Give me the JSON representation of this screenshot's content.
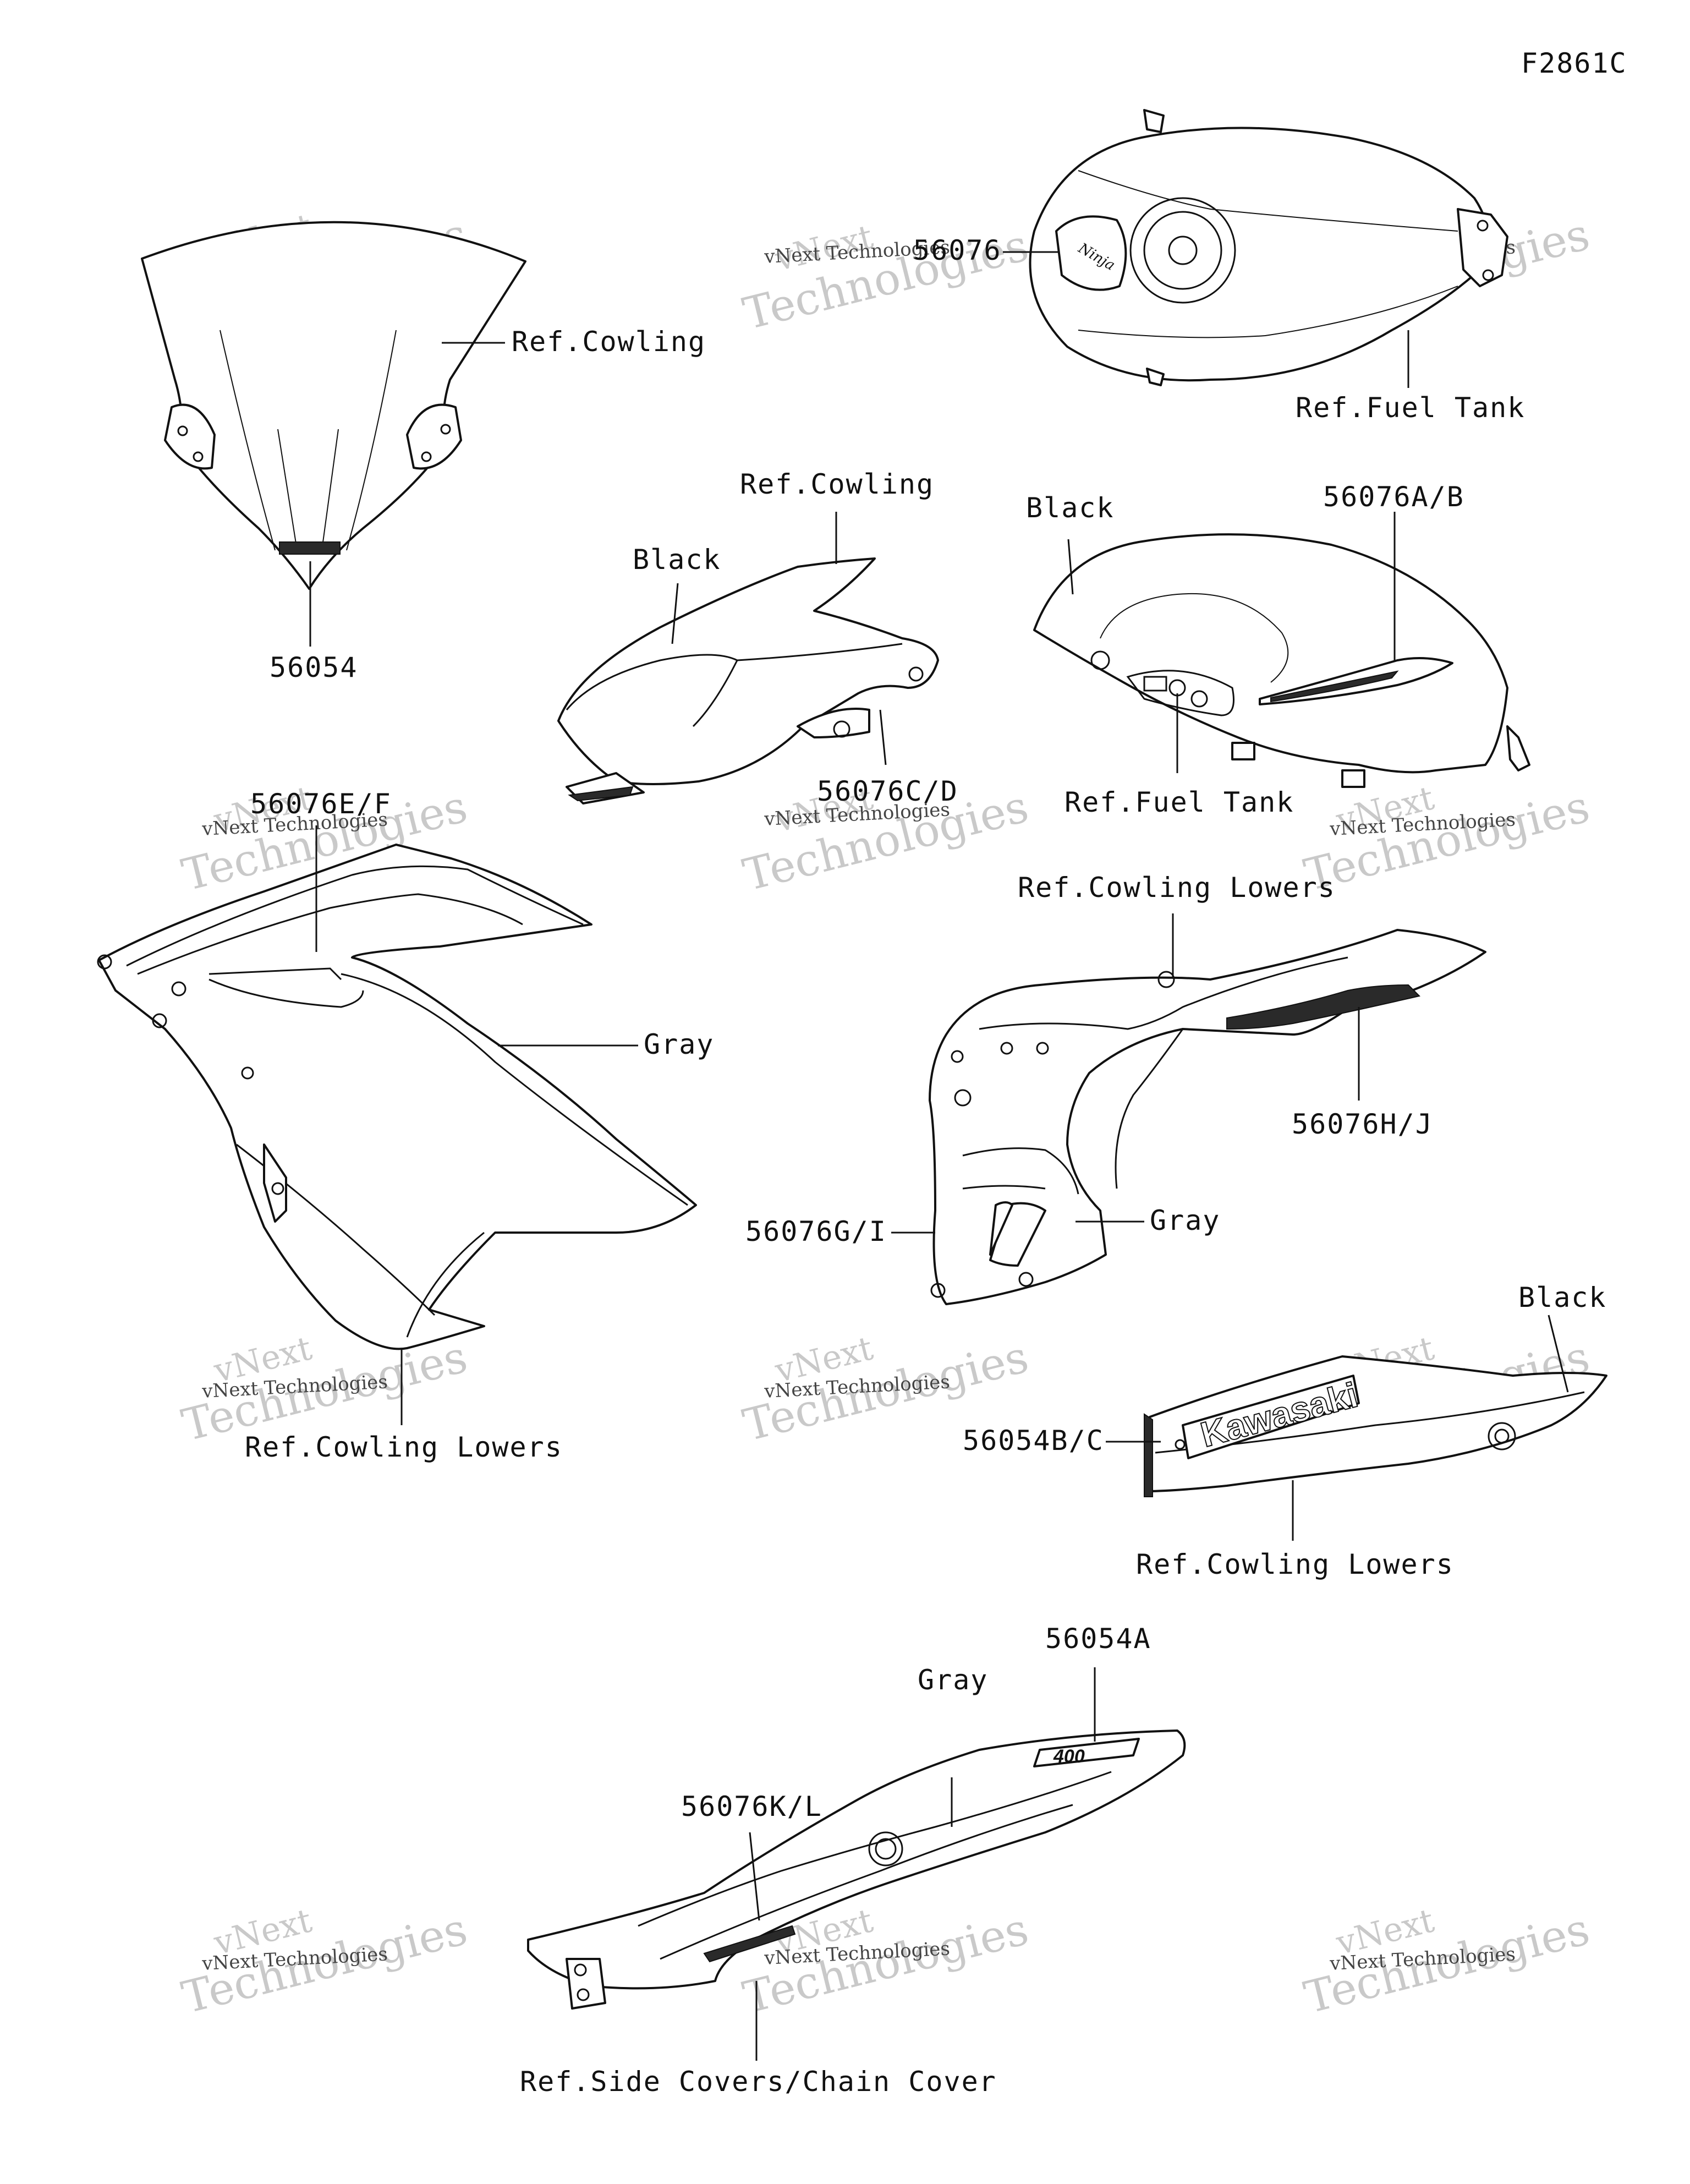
{
  "figure_code": "F2861C",
  "watermark": {
    "brand": "vNext",
    "line1": "vNext Technologies",
    "line2": "Technologies"
  },
  "labels": {
    "p56054": "56054",
    "ref_cowling_1": "Ref.Cowling",
    "p56076": "56076",
    "ref_fuel_tank_1": "Ref.Fuel Tank",
    "ref_cowling_2": "Ref.Cowling",
    "black_1": "Black",
    "p56076CD": "56076C/D",
    "black_2": "Black",
    "p56076AB": "56076A/B",
    "ref_fuel_tank_2": "Ref.Fuel Tank",
    "p56076EF": "56076E/F",
    "gray_1": "Gray",
    "ref_cowling_lowers_1": "Ref.Cowling Lowers",
    "ref_cowling_lowers_2": "Ref.Cowling Lowers",
    "p56076HJ": "56076H/J",
    "p56076GI": "56076G/I",
    "gray_2": "Gray",
    "black_3": "Black",
    "p56054BC": "56054B/C",
    "ref_cowling_lowers_3": "Ref.Cowling Lowers",
    "p56054A": "56054A",
    "gray_3": "Gray",
    "p56076KL": "56076K/L",
    "ref_side_covers": "Ref.Side Covers/Chain Cover"
  },
  "decal_text": {
    "kawasaki": "Kawasaki",
    "ninja": "Ninja",
    "model": "400"
  }
}
